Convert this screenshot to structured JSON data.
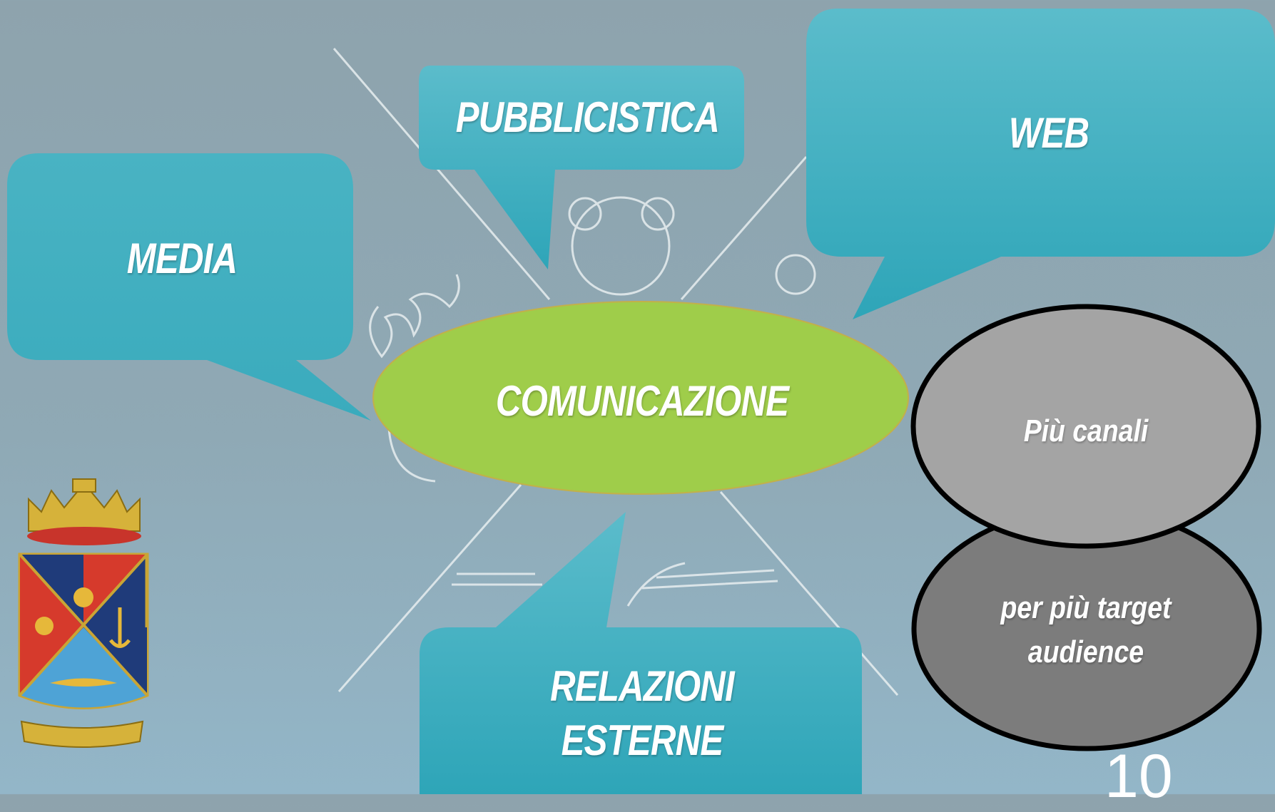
{
  "diagram": {
    "center": {
      "label": "COMUNICAZIONE"
    },
    "bubbles": [
      {
        "id": "media",
        "label": "MEDIA"
      },
      {
        "id": "pubblicistica",
        "label": "PUBBLICISTICA"
      },
      {
        "id": "web",
        "label": "WEB"
      },
      {
        "id": "relazioni-esterne",
        "lines": [
          "RELAZIONI",
          "ESTERNE"
        ]
      }
    ],
    "ovals": {
      "top": {
        "label": "Più canali"
      },
      "bottom": {
        "lines": [
          "per più target",
          "audience"
        ]
      }
    }
  },
  "slide": {
    "page_number": "10"
  },
  "colors": {
    "bubble": "#3fb0c2",
    "center": "#9fcd4a",
    "oval_top": "#a4a4a4",
    "oval_bottom": "#7c7c7c",
    "oval_border": "#000000",
    "text": "#ffffff"
  },
  "icons": [
    "crossed-lines-emblem",
    "coat-of-arms-logo"
  ]
}
